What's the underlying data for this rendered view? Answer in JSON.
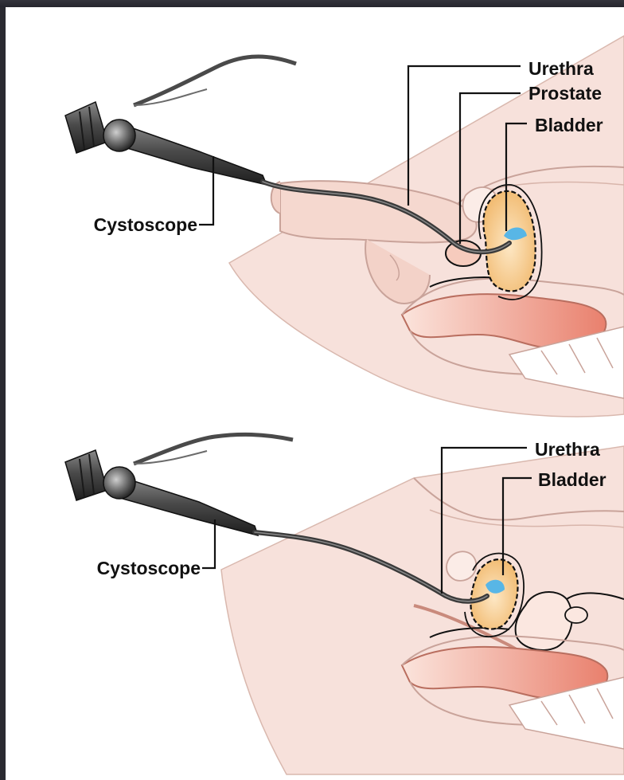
{
  "panels": [
    {
      "id": "male",
      "labels": {
        "cystoscope": "Cystoscope",
        "urethra": "Urethra",
        "prostate": "Prostate",
        "bladder": "Bladder"
      }
    },
    {
      "id": "female",
      "labels": {
        "cystoscope": "Cystoscope",
        "urethra": "Urethra",
        "bladder": "Bladder"
      }
    }
  ],
  "colors": {
    "skin": "#f7e1db",
    "skin_outline": "#c9a39a",
    "bladder_fill": "#f3c27e",
    "bladder_inner": "#f8d9a8",
    "light_spot": "#58b6e6",
    "rectum": "#e98b78",
    "scope_dark": "#3a3a3a",
    "scope_mid": "#6e6e6e",
    "frame": "#2b2b33"
  }
}
